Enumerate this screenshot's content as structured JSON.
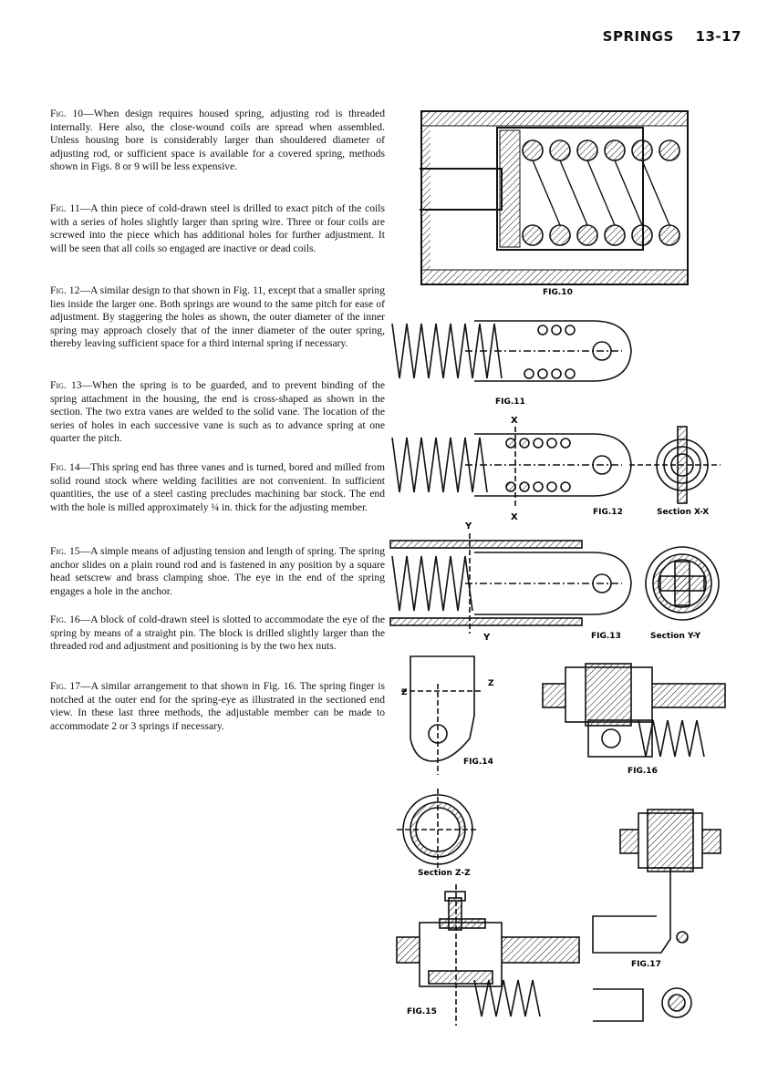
{
  "header": {
    "section": "SPRINGS",
    "page": "13-17"
  },
  "paragraphs": [
    {
      "fig": "Fig. 10",
      "text": "—When design requires housed spring, adjusting rod is threaded internally. Here also, the close-wound coils are spread when assembled. Unless housing bore is considerably larger than shouldered diameter of adjusting rod, or sufficient space is available for a covered spring, methods shown in Figs. 8 or 9 will be less expensive."
    },
    {
      "fig": "Fig. 11",
      "text": "—A thin piece of cold-drawn steel is drilled to exact pitch of the coils with a series of holes slightly larger than spring wire. Three or four coils are screwed into the piece which has additional holes for further adjustment. It will be seen that all coils so engaged are inactive or dead coils."
    },
    {
      "fig": "Fig. 12",
      "text": "—A similar design to that shown in Fig. 11, except that a smaller spring lies inside the larger one. Both springs are wound to the same pitch for ease of adjustment. By staggering the holes as shown, the outer diameter of the inner spring may approach closely that of the inner diameter of the outer spring, thereby leaving sufficient space for a third internal spring if necessary."
    },
    {
      "fig": "Fig. 13",
      "text": "—When the spring is to be guarded, and to prevent binding of the spring attachment in the housing, the end is cross-shaped as shown in the section. The two extra vanes are welded to the solid vane. The location of the series of holes in each successive vane is such as to advance spring at one quarter the pitch."
    },
    {
      "fig": "Fig. 14",
      "text": "—This spring end has three vanes and is turned, bored and milled from solid round stock where welding facilities are not convenient. In sufficient quantities, the use of a steel casting precludes machining bar stock. The end with the hole is milled approximately ¼ in. thick for the adjusting member."
    },
    {
      "fig": "Fig. 15",
      "text": "—A simple means of adjusting tension and length of spring. The spring anchor slides on a plain round rod and is fastened in any position by a square head setscrew and brass clamping shoe. The eye in the end of the spring engages a hole in the anchor."
    },
    {
      "fig": "Fig. 16",
      "text": "—A block of cold-drawn steel is slotted to accommodate the eye of the spring by means of a straight pin. The block is drilled slightly larger than the threaded rod and adjustment and positioning is by the two hex nuts."
    },
    {
      "fig": "Fig. 17",
      "text": "—A similar arrangement to that shown in Fig. 16. The spring finger is notched at the outer end for the spring-eye as illustrated in the sectioned end view. In these last three methods, the adjustable member can be made to accommodate 2 or 3 springs if necessary."
    }
  ],
  "captions": {
    "fig10": "FIG.10",
    "fig11": "FIG.11",
    "fig12": "FIG.12",
    "sectionXX": "Section X-X",
    "fig13": "FIG.13",
    "sectionYY": "Section Y-Y",
    "fig14": "FIG.14",
    "fig16": "FIG.16",
    "sectionZZ": "Section Z-Z",
    "fig17": "FIG.17",
    "fig15": "FIG.15"
  },
  "axis_labels": {
    "x": "X",
    "y": "Y",
    "z": "Z"
  }
}
